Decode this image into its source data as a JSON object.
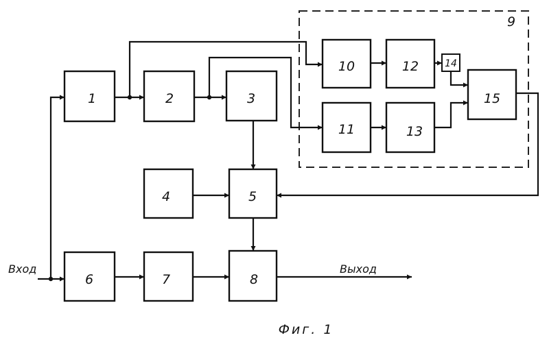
{
  "blocks": {
    "b1": "1",
    "b2": "2",
    "b3": "3",
    "b4": "4",
    "b5": "5",
    "b6": "6",
    "b7": "7",
    "b8": "8",
    "b9": "9",
    "b10": "10",
    "b11": "11",
    "b12": "12",
    "b13": "13",
    "b14": "14",
    "b15": "15"
  },
  "labels": {
    "input": "Вход",
    "output": "Выход",
    "caption": "Фиг. 1"
  }
}
